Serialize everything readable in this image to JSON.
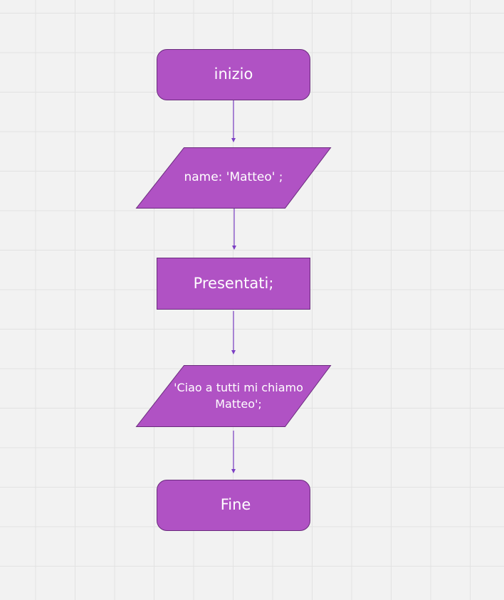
{
  "diagram": {
    "colors": {
      "node_fill": "#b052c4",
      "node_stroke": "#6a2b7d",
      "connector": "#7b3fc4",
      "text": "#ffffff"
    },
    "nodes": [
      {
        "id": "start",
        "shape": "terminator",
        "label": "inizio"
      },
      {
        "id": "input",
        "shape": "parallelogram",
        "label": "name: 'Matteo' ;"
      },
      {
        "id": "process",
        "shape": "rectangle",
        "label": "Presentati;"
      },
      {
        "id": "output",
        "shape": "parallelogram",
        "label": "'Ciao a tutti mi chiamo Matteo';"
      },
      {
        "id": "end",
        "shape": "terminator",
        "label": "Fine"
      }
    ],
    "edges": [
      {
        "from": "start",
        "to": "input"
      },
      {
        "from": "input",
        "to": "process"
      },
      {
        "from": "process",
        "to": "output"
      },
      {
        "from": "output",
        "to": "end"
      }
    ]
  }
}
